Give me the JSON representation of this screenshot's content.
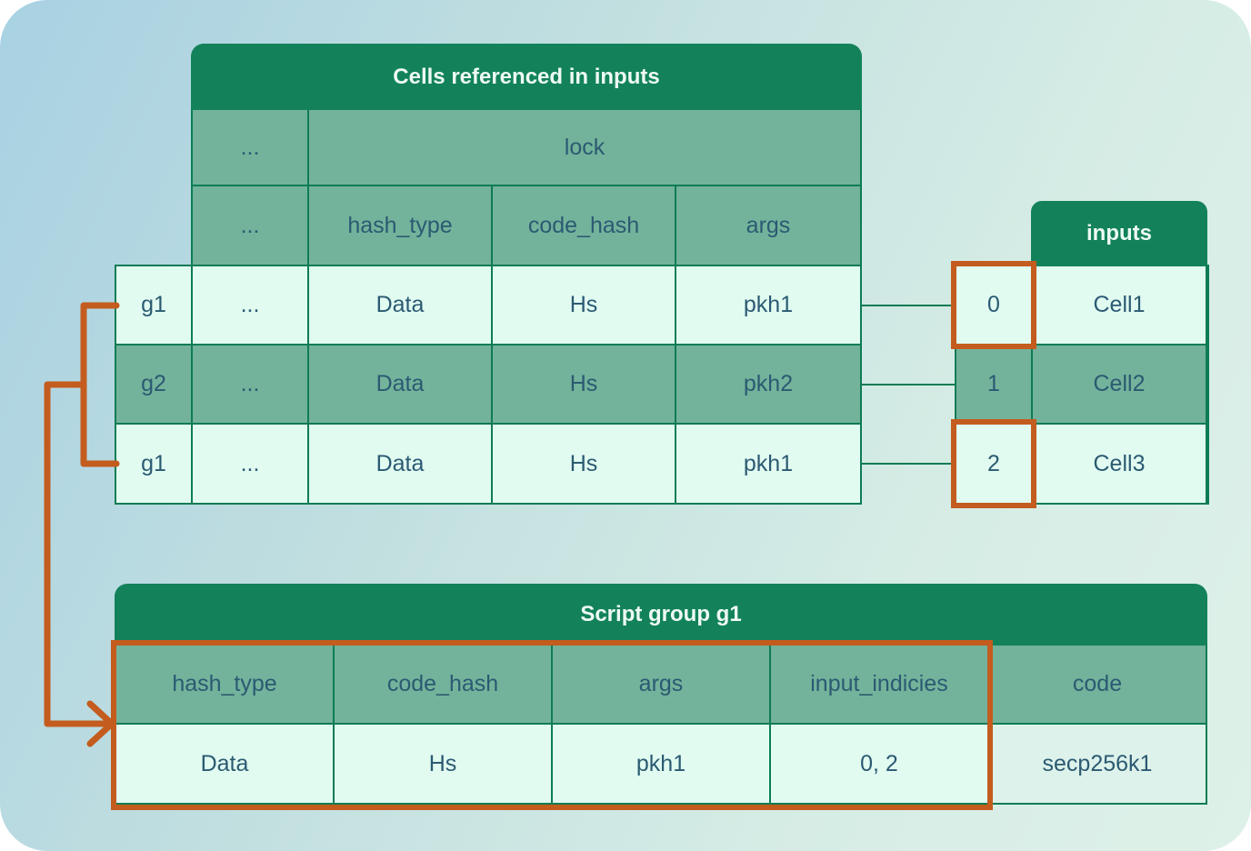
{
  "referenced_cells_table": {
    "title": "Cells referenced in inputs",
    "dots": "...",
    "lock_header": "lock",
    "sub_headers": {
      "hash_type": "hash_type",
      "code_hash": "code_hash",
      "args": "args"
    },
    "rows": [
      {
        "group": "g1",
        "dots": "...",
        "hash_type": "Data",
        "code_hash": "Hs",
        "args": "pkh1"
      },
      {
        "group": "g2",
        "dots": "...",
        "hash_type": "Data",
        "code_hash": "Hs",
        "args": "pkh2"
      },
      {
        "group": "g1",
        "dots": "...",
        "hash_type": "Data",
        "code_hash": "Hs",
        "args": "pkh1"
      }
    ]
  },
  "inputs_table": {
    "title": "inputs",
    "rows": [
      {
        "index": "0",
        "cell": "Cell1",
        "highlighted": true
      },
      {
        "index": "1",
        "cell": "Cell2",
        "highlighted": false
      },
      {
        "index": "2",
        "cell": "Cell3",
        "highlighted": true
      }
    ]
  },
  "script_group_table": {
    "title": "Script group g1",
    "headers": {
      "hash_type": "hash_type",
      "code_hash": "code_hash",
      "args": "args",
      "input_indicies": "input_indicies",
      "code": "code"
    },
    "values": {
      "hash_type": "Data",
      "code_hash": "Hs",
      "args": "pkh1",
      "input_indicies": "0, 2",
      "code": "secp256k1"
    }
  },
  "colors": {
    "header_green": "#13825a",
    "border_green": "#0e7c54",
    "highlight_orange": "#c35c1e",
    "mint_cell": "#e1fbf1",
    "text_dark": "#2b5a72"
  }
}
